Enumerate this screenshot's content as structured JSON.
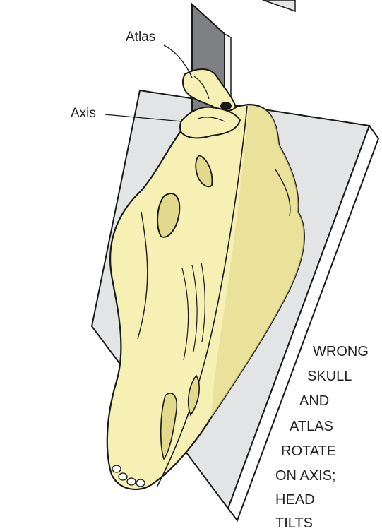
{
  "labels": {
    "atlas": "Atlas",
    "axis": "Axis"
  },
  "caption": {
    "lines": [
      "WRONG",
      "SKULL",
      "AND",
      "ATLAS",
      "ROTATE",
      "ON AXIS;",
      "HEAD",
      "TILTS"
    ]
  },
  "colors": {
    "board_face": "#e3e4e6",
    "board_edge": "#ffffff",
    "vertical_plate_face": "#7f8083",
    "vertical_plate_edge": "#f4f4f4",
    "bone_fill": "#f6f0b4",
    "bone_shadow": "#e3d98c",
    "outline": "#1a1a1a"
  }
}
